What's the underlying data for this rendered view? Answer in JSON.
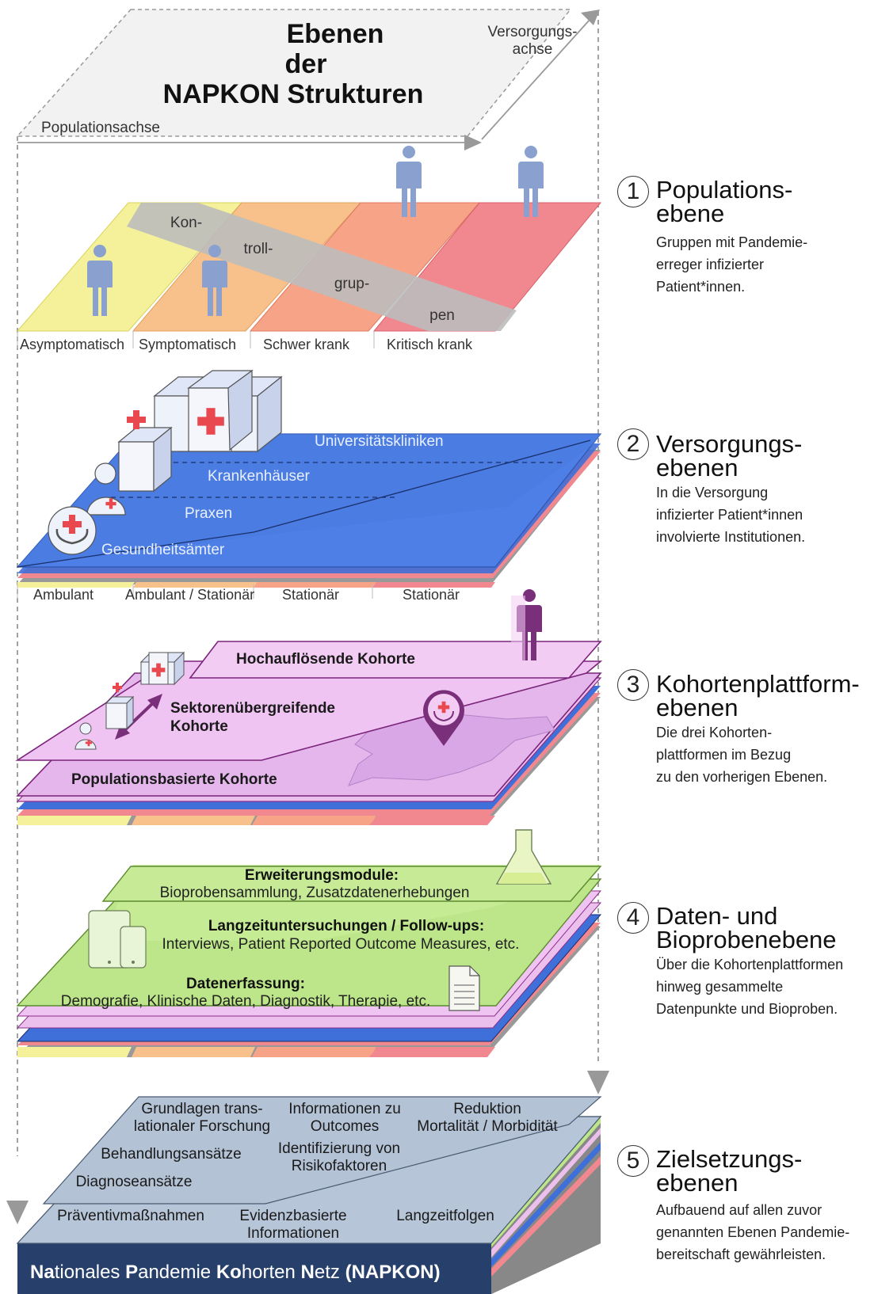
{
  "header": {
    "title_lines": [
      "Ebenen",
      "der",
      "NAPKON Strukturen"
    ],
    "care_axis_lines": [
      "Versorgungs-",
      "achse"
    ],
    "population_axis": "Populationsachse"
  },
  "population": {
    "groups": [
      "Asymptomatisch",
      "Symptomatisch",
      "Schwer krank",
      "Kritisch krank"
    ],
    "control_syllables": [
      "Kon-",
      "troll-",
      "grup-",
      "pen"
    ]
  },
  "care": {
    "layers": [
      "Universitätskliniken",
      "Krankenhäuser",
      "Praxen",
      "Gesundheitsämter"
    ],
    "settings": [
      "Ambulant",
      "Ambulant / Stationär",
      "Stationär",
      "Stationär"
    ]
  },
  "cohort": {
    "high_res": "Hochauflösende Kohorte",
    "cross_sector": [
      "Sektorenübergreifende",
      "Kohorte"
    ],
    "population_based": "Populationsbasierte Kohorte"
  },
  "data": {
    "extension_title": "Erweiterungsmodule:",
    "extension_text": "Bioprobensammlung, Zusatzdatenerhebungen",
    "followup_title": "Langzeituntersuchungen / Follow-ups:",
    "followup_text": "Interviews, Patient Reported Outcome Measures, etc.",
    "capture_title": "Datenerfassung:",
    "capture_text": "Demografie, Klinische Daten, Diagnostik, Therapie, etc."
  },
  "goals": {
    "items": [
      [
        "Grundlagen trans-",
        "lationaler Forschung"
      ],
      [
        "Informationen zu",
        "Outcomes"
      ],
      [
        "Reduktion",
        "Mortalität / Morbidität"
      ],
      [
        "Behandlungsansätze"
      ],
      [
        "Identifizierung von",
        "Risikofaktoren"
      ],
      [
        "Diagnoseansätze"
      ],
      [
        "Präventivmaßnahmen"
      ],
      [
        "Evidenzbasierte",
        "Informationen"
      ],
      [
        "Langzeitfolgen"
      ]
    ],
    "footer_parts": [
      {
        "t": "Na",
        "b": true
      },
      {
        "t": "tionales ",
        "b": false
      },
      {
        "t": "P",
        "b": true
      },
      {
        "t": "andemie ",
        "b": false
      },
      {
        "t": "Ko",
        "b": true
      },
      {
        "t": "horten ",
        "b": false
      },
      {
        "t": "N",
        "b": true
      },
      {
        "t": "etz ",
        "b": false
      },
      {
        "t": "(NAPKON)",
        "b": true
      }
    ]
  },
  "levels": [
    {
      "num": "1",
      "title": [
        "Populations-",
        "ebene"
      ],
      "desc": [
        "Gruppen mit Pandemie-",
        "erreger infizierter",
        "Patient*innen."
      ]
    },
    {
      "num": "2",
      "title": [
        "Versorgungs-",
        "ebenen"
      ],
      "desc": [
        "In die Versorgung",
        "infizierter Patient*innen",
        "involvierte Institutionen."
      ]
    },
    {
      "num": "3",
      "title": [
        "Kohortenplattform-",
        "ebenen"
      ],
      "desc": [
        "Die drei Kohorten-",
        "plattformen im Bezug",
        "zu den vorherigen Ebenen."
      ]
    },
    {
      "num": "4",
      "title": [
        "Daten- und",
        "Bioprobenebene"
      ],
      "desc": [
        "Über die Kohortenplattformen",
        "hinweg gesammelte",
        "Datenpunkte und Bioproben."
      ]
    },
    {
      "num": "5",
      "title": [
        "Zielsetzungs-",
        "ebenen"
      ],
      "desc": [
        "Aufbauend auf allen zuvor",
        "genannten Ebenen Pandemie-",
        "bereitschaft gewährleisten."
      ]
    }
  ],
  "colors": {
    "asymptomatic": "#f4f19a",
    "symptomatic": "#f8c08a",
    "severe": "#f7a387",
    "critical": "#f2888f",
    "care_blue": "#3f6fd8",
    "cohort_pink": "#f3c6f3",
    "data_green": "#bde68a",
    "goal_gray": "#b7c6d8",
    "napkon_navy": "#263f6b",
    "person": "#8aa1cf",
    "axis_gray": "#999999"
  }
}
